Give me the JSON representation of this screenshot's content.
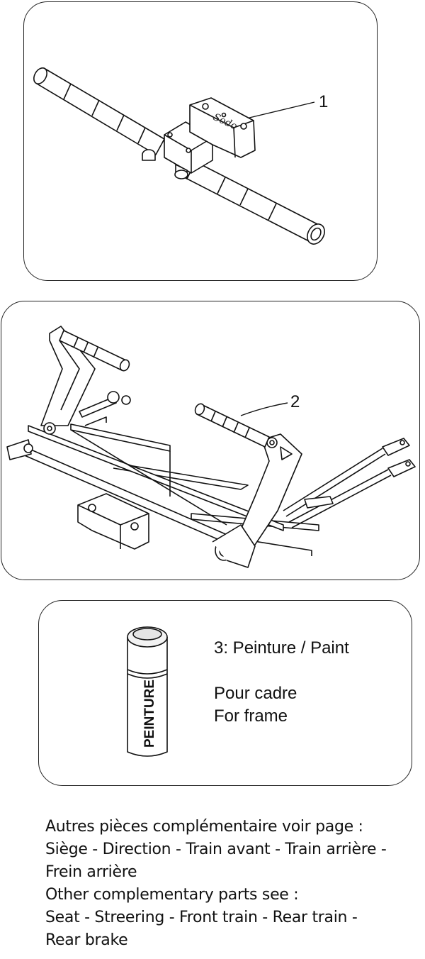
{
  "parts": [
    {
      "number": "1"
    },
    {
      "number": "2"
    },
    {
      "label": "3: Peinture / Paint",
      "desc_fr": "Pour cadre",
      "desc_en": "For frame",
      "can_text": "PEINTURE"
    }
  ],
  "notes": [
    "Autres pièces complémentaire voir page :",
    "Siège - Direction - Train avant - Train arrière -",
    "Frein arrière",
    "Other complementary parts see :",
    "Seat - Streering - Front train - Rear train -",
    "Rear brake"
  ]
}
